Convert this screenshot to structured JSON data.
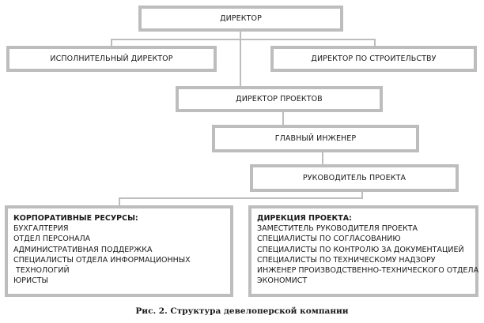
{
  "chart": {
    "director": "ДИРЕКТОР",
    "executive_director": "ИСПОЛНИТЕЛЬНЫЙ ДИРЕКТОР",
    "construction_director": "ДИРЕКТОР ПО СТРОИТЕЛЬСТВУ",
    "projects_director": "ДИРЕКТОР ПРОЕКТОВ",
    "chief_engineer": "ГЛАВНЫЙ ИНЖЕНЕР",
    "project_manager": "РУКОВОДИТЕЛЬ ПРОЕКТА",
    "corporate": {
      "title": "КОРПОРАТИВНЫЕ РЕСУРСЫ:",
      "items": [
        "БУХГАЛТЕРИЯ",
        "ОТДЕЛ ПЕРСОНАЛА",
        "АДМИНИСТРАТИВНАЯ ПОДДЕРЖКА",
        "СПЕЦИАЛИСТЫ ОТДЕЛА ИНФОРМАЦИОННЫХ",
        " ТЕХНОЛОГИЙ",
        "ЮРИСТЫ"
      ]
    },
    "project_directorate": {
      "title": "ДИРЕКЦИЯ ПРОЕКТА:",
      "items": [
        "ЗАМЕСТИТЕЛЬ РУКОВОДИТЕЛЯ ПРОЕКТА",
        "СПЕЦИАЛИСТЫ ПО СОГЛАСОВАНИЮ",
        "СПЕЦИАЛИСТЫ ПО КОНТРОЛЮ ЗА ДОКУМЕНТАЦИЕЙ",
        "СПЕЦИАЛИСТЫ ПО ТЕХНИЧЕСКОМУ НАДЗОРУ",
        "ИНЖЕНЕР ПРОИЗВОДСТВЕННО-ТЕХНИЧЕСКОГО ОТДЕЛА",
        "ЭКОНОМИСТ"
      ]
    }
  },
  "caption": "Рис. 2. Структура девелоперской компании",
  "colors": {
    "box_border": "#bdbdbd",
    "connector": "#bdbdbd",
    "text": "#1a1a1a"
  }
}
